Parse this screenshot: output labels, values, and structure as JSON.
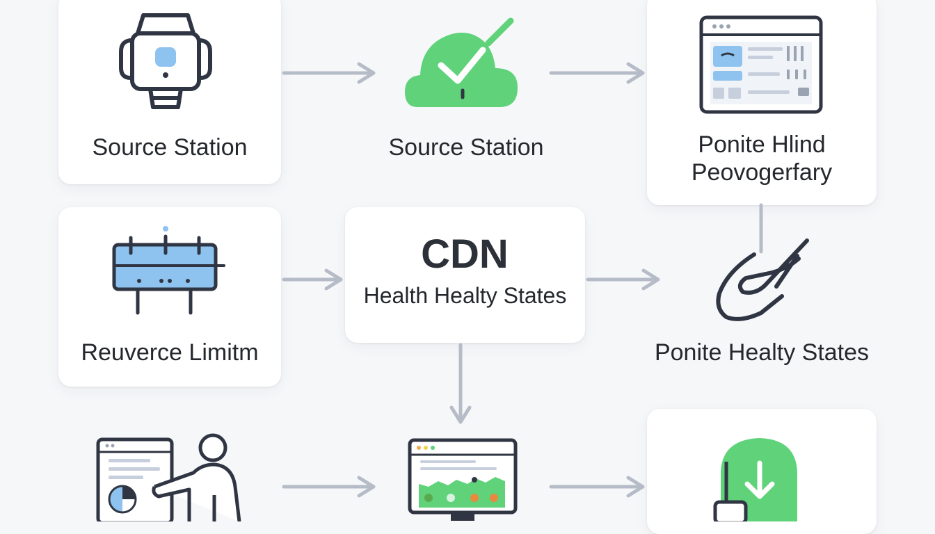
{
  "nodes": {
    "source_station_left": {
      "label": "Source Station",
      "icon": "camera-device-icon"
    },
    "source_station_middle": {
      "label": "Source Station",
      "icon": "cloud-check-icon"
    },
    "ponite_hlind": {
      "label_line1": "Ponite Hlind",
      "label_line2": "Peovogerfary",
      "icon": "dashboard-window-icon"
    },
    "reuverce_limitm": {
      "label": "Reuverce Limitm",
      "icon": "rate-limit-fence-icon"
    },
    "cdn": {
      "title": "CDN",
      "subtitle": "Health Healty States"
    },
    "ponite_healty_states": {
      "label": "Ponite Healty States",
      "icon": "hand-pointer-icon"
    },
    "bottom_left": {
      "icon": "person-presenting-screen-icon"
    },
    "bottom_middle": {
      "icon": "monitor-chart-icon"
    },
    "bottom_right": {
      "icon": "download-badge-icon"
    }
  },
  "colors": {
    "accent_green": "#5fd27a",
    "accent_blue": "#8ec2ef",
    "stroke_dark": "#2f3542",
    "arrow_gray": "#b6bcc7"
  }
}
